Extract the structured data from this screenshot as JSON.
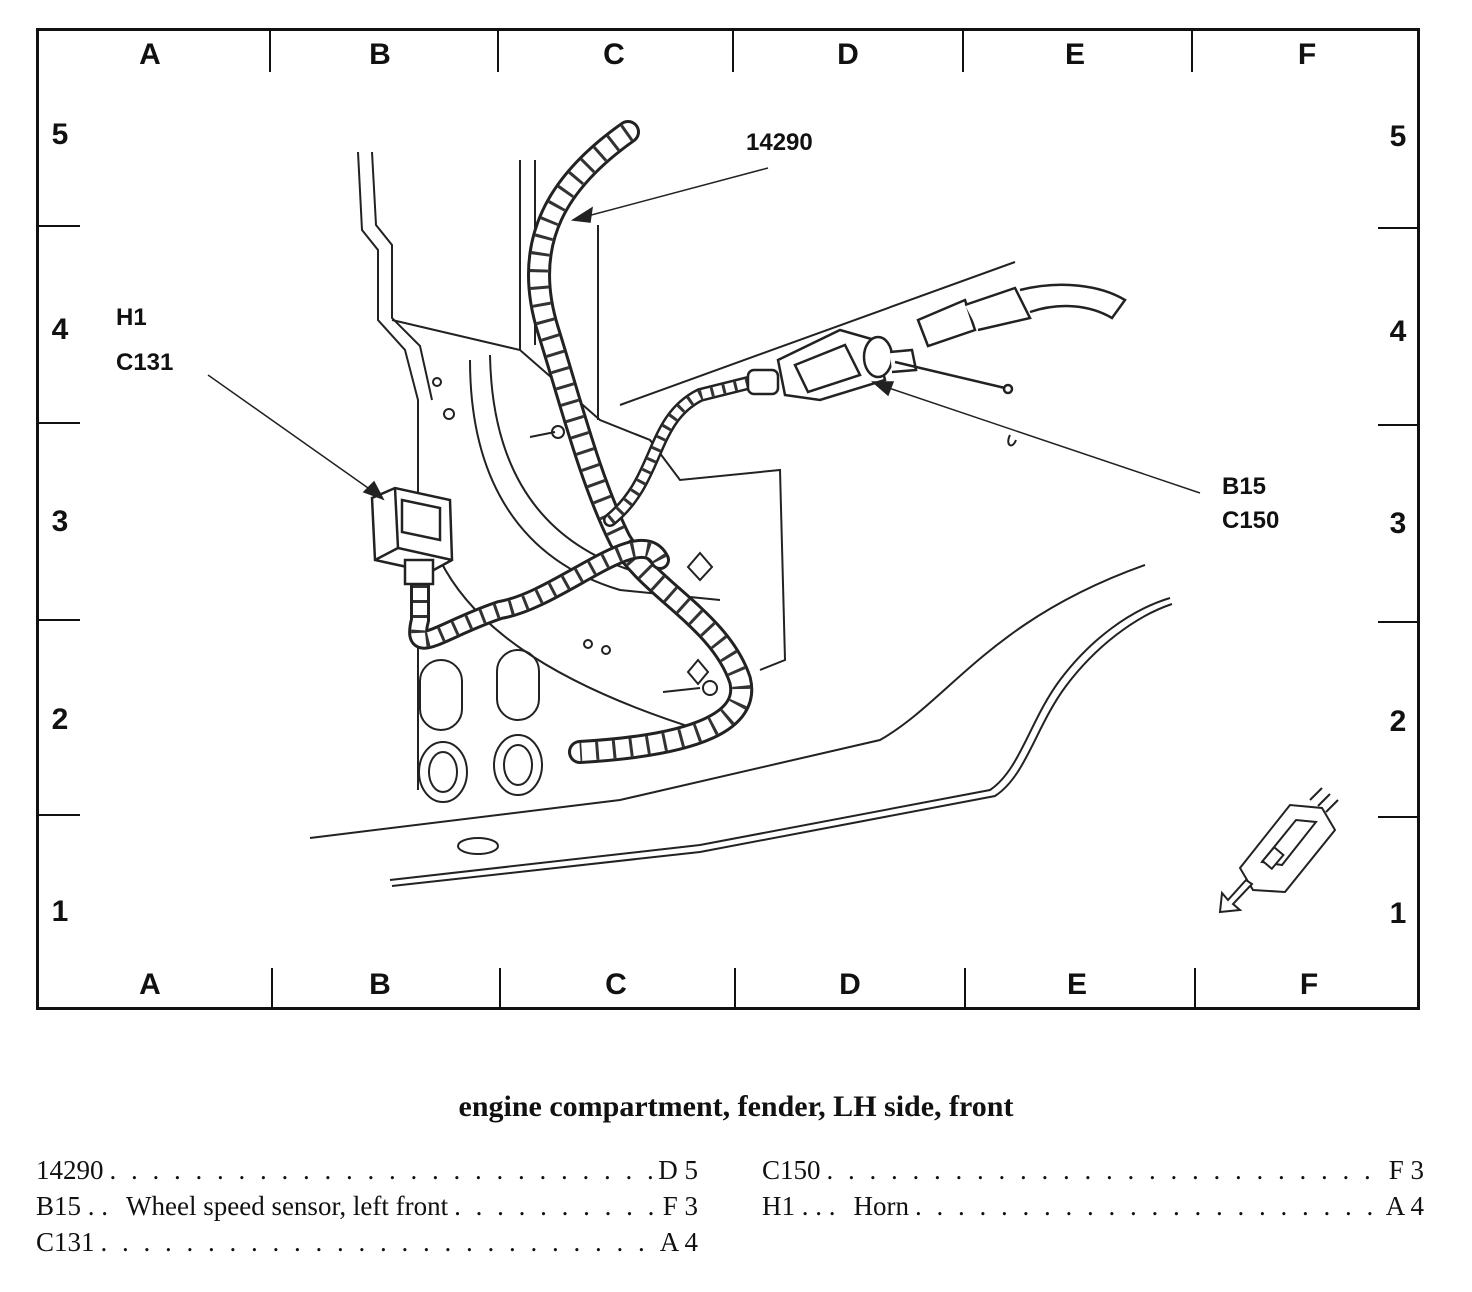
{
  "grid": {
    "columns": [
      "A",
      "B",
      "C",
      "D",
      "E",
      "F"
    ],
    "rows": [
      "5",
      "4",
      "3",
      "2",
      "1"
    ]
  },
  "callouts": {
    "harness": "14290",
    "horn_ref": "H1",
    "horn_connector": "C131",
    "sensor_ref": "B15",
    "sensor_connector": "C150"
  },
  "caption": "engine compartment, fender, LH side, front",
  "legend": {
    "left": [
      {
        "code": "14290",
        "description": "",
        "location": "D 5"
      },
      {
        "code": "B15 . .",
        "description": "Wheel speed sensor, left front",
        "location": "F 3"
      },
      {
        "code": "C131",
        "description": "",
        "location": "A 4"
      }
    ],
    "right": [
      {
        "code": "C150",
        "description": "",
        "location": "F 3"
      },
      {
        "code": "H1 . . .",
        "description": "Horn",
        "location": "A 4"
      }
    ]
  }
}
